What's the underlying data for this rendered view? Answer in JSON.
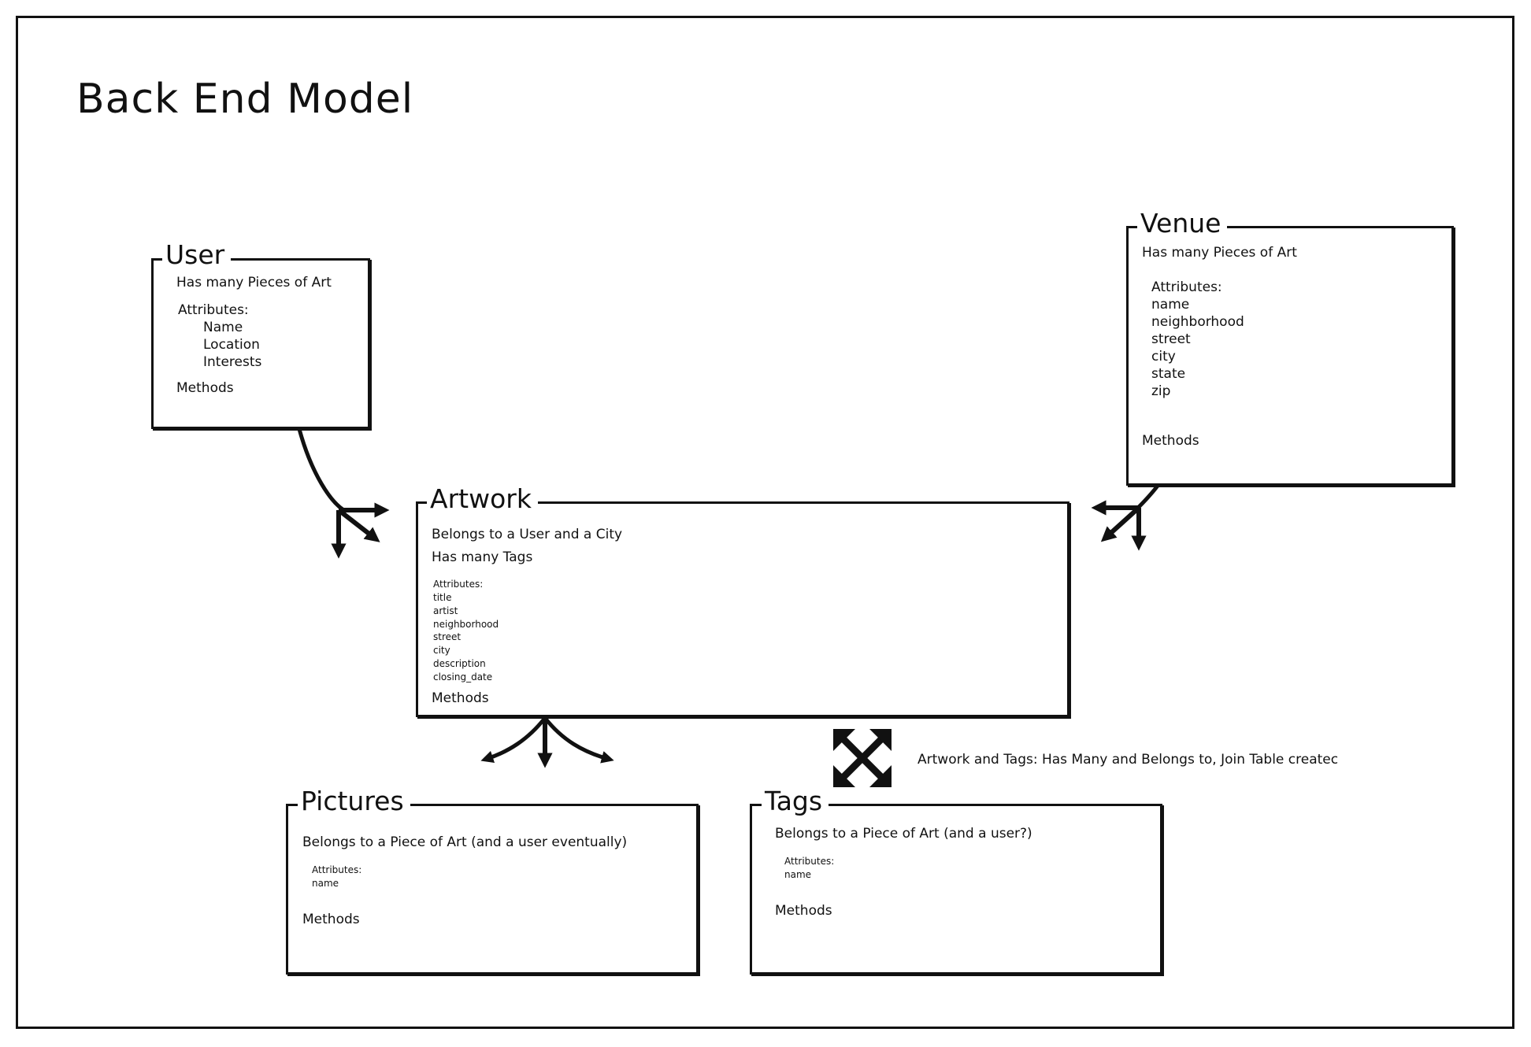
{
  "title": "Back End Model",
  "boxes": {
    "user": {
      "title": "User",
      "relation": "Has many Pieces of Art",
      "attributes_label": "Attributes:",
      "attributes": [
        "Name",
        "Location",
        "Interests"
      ],
      "methods_label": "Methods"
    },
    "venue": {
      "title": "Venue",
      "relation": "Has many Pieces of Art",
      "attributes_label": "Attributes:",
      "attributes": [
        "name",
        "neighborhood",
        "street",
        "city",
        "state",
        "zip"
      ],
      "methods_label": "Methods"
    },
    "artwork": {
      "title": "Artwork",
      "relation": "Belongs to a User and a City",
      "relation2": "Has many Tags",
      "attributes_label": "Attributes:",
      "attributes": [
        "title",
        "artist",
        "neighborhood",
        "street",
        "city",
        "description",
        "closing_date"
      ],
      "methods_label": "Methods"
    },
    "pictures": {
      "title": "Pictures",
      "relation": "Belongs to a Piece of Art (and a user eventually)",
      "attributes_label": "Attributes:",
      "attributes": [
        "name"
      ],
      "methods_label": "Methods"
    },
    "tags": {
      "title": "Tags",
      "relation": "Belongs to a Piece of Art (and a user?)",
      "attributes_label": "Attributes:",
      "attributes": [
        "name"
      ],
      "methods_label": "Methods"
    }
  },
  "join_note": "Artwork and Tags: Has Many and Belongs to, Join Table createc",
  "icons": {
    "user_to_artwork": "branch-arrow-icon",
    "venue_to_artwork": "branch-arrow-icon",
    "artwork_to_pictures": "three-way-arrow-icon",
    "artwork_tags_join": "expand-arrows-icon"
  }
}
